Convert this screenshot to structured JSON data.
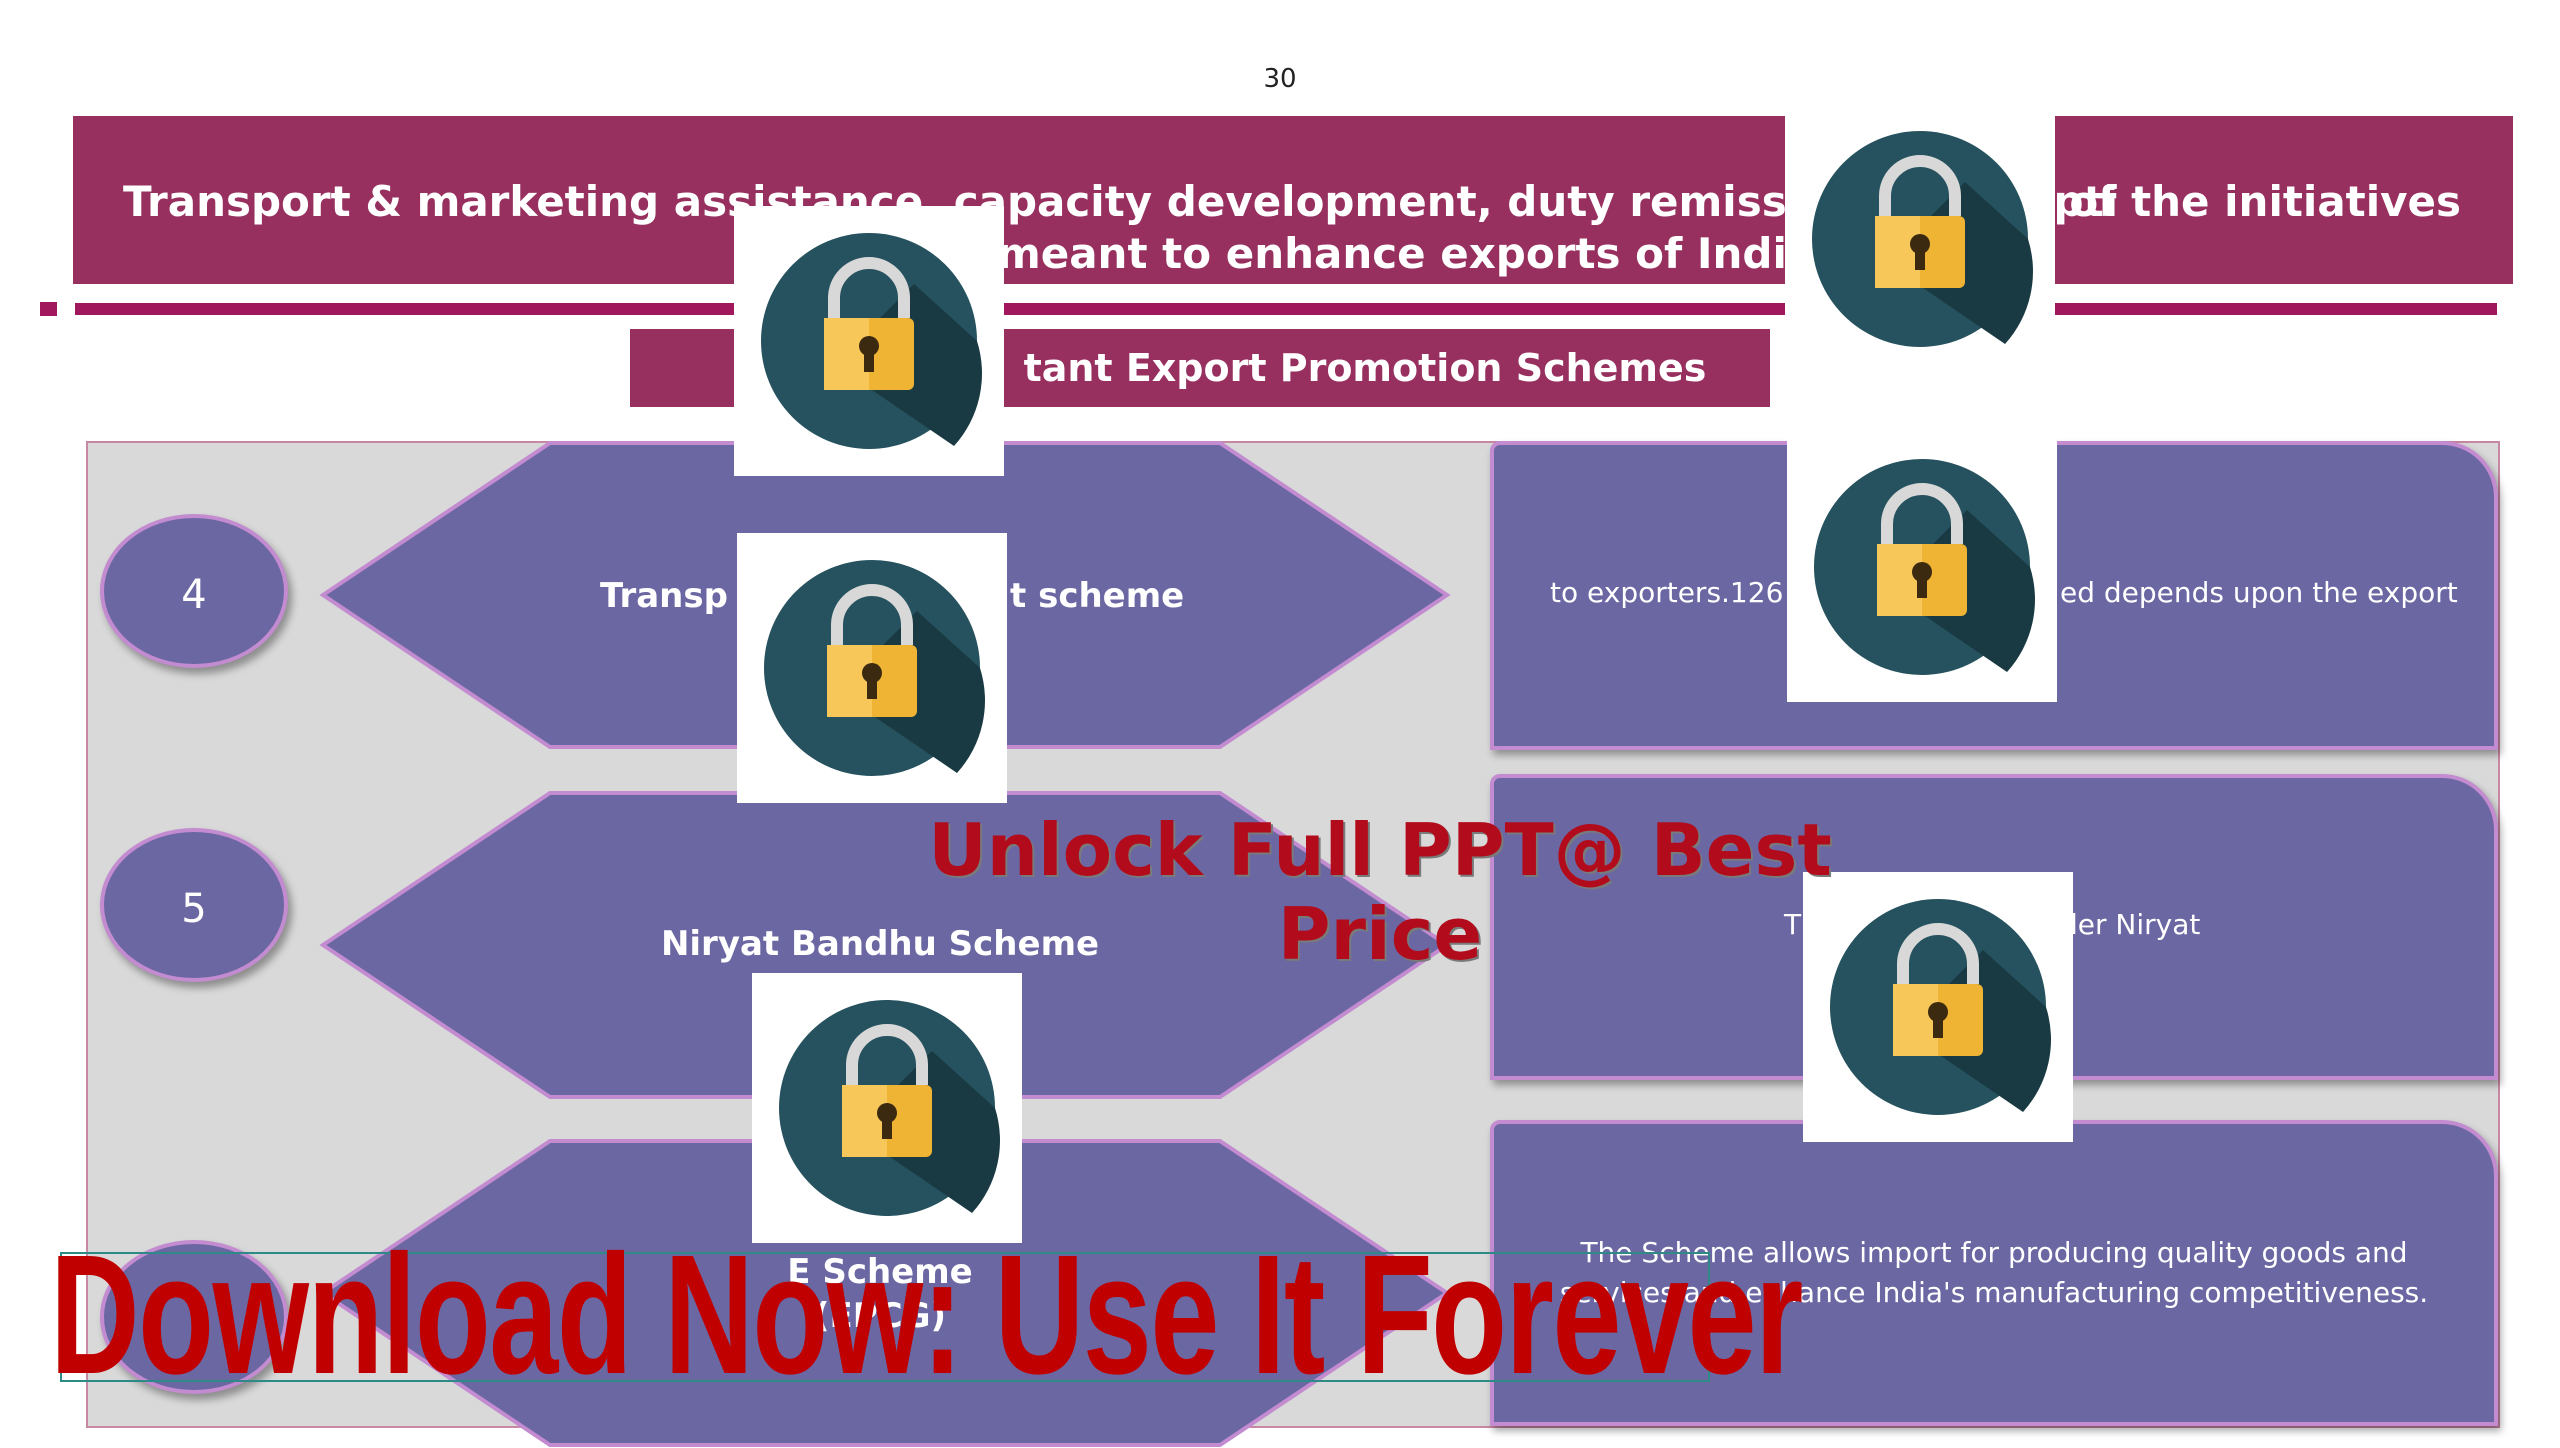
{
  "page_number": "30",
  "title": {
    "line1": "Transport & marketing assistance, capacity development, duty remission & exempti",
    "line1_tail": "ome of the initiatives",
    "line2": "are meant to  enhance exports of India."
  },
  "subtitle": "tant Export Promotion Schemes",
  "schemes": [
    {
      "number": "4",
      "name_left": "Transp",
      "name_right": "t scheme",
      "description_left": "to exporters.126 T",
      "description_right": "ed depends upon the export"
    },
    {
      "number": "5",
      "name": "Niryat Bandhu Scheme",
      "description_left": "T",
      "description_right": "der Niryat"
    },
    {
      "number": "",
      "name_line1": "E Scheme",
      "name_line2": "(EPCG)",
      "description": "The Scheme allows import for producing quality goods and services and enhance India's manufacturing competitiveness."
    }
  ],
  "watermarks": {
    "unlock": "Unlock Full PPT@ Best Price",
    "download": "Download Now: Use It Forever"
  },
  "colors": {
    "banner": "#97305f",
    "shape_fill": "#6b67a3",
    "shape_border": "#c38bd0",
    "panel": "#d9d9d9",
    "watermark_red": "#b20c1c",
    "lock_circle": "#25525e",
    "lock_gold": "#f0b434"
  },
  "icons": [
    "lock-icon"
  ]
}
